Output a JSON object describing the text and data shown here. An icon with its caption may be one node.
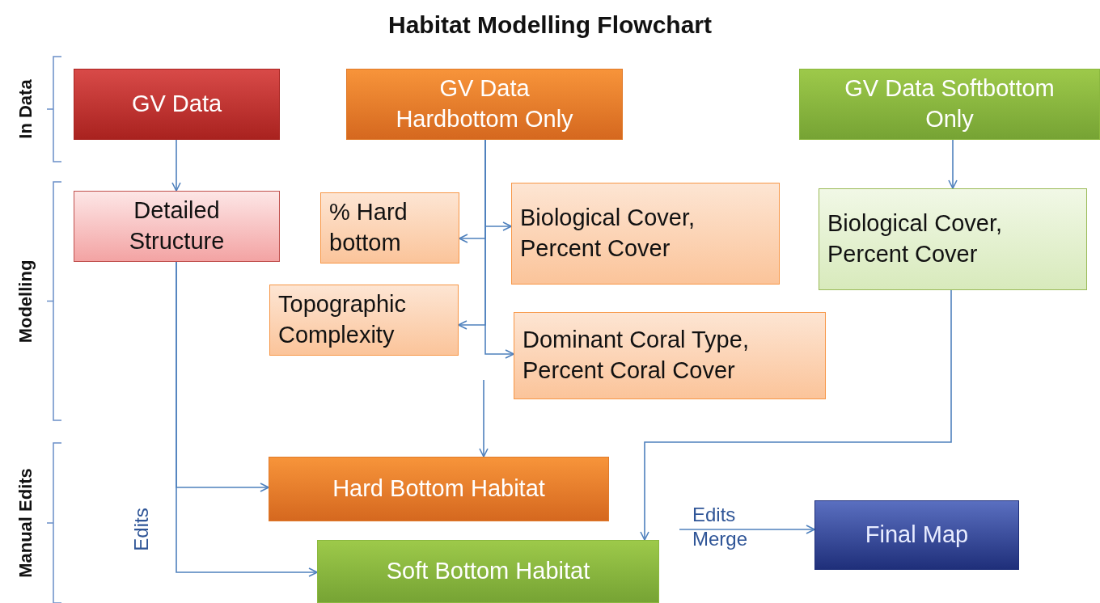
{
  "diagram": {
    "title": "Habitat Modelling Flowchart",
    "nodes": [
      {
        "text": [
          "GV Data"
        ]
      },
      {
        "text": [
          "GV Data Hardbottom Only"
        ]
      },
      {
        "text": [
          "GV Data Softbottom Only"
        ]
      },
      {
        "text": [
          "Detailed Structure"
        ]
      },
      {
        "text": [
          "% Hard bottom"
        ]
      },
      {
        "text": [
          "Biological Cover, Percent Cover"
        ]
      },
      {
        "text": [
          "Topographic Complexity"
        ]
      },
      {
        "text": [
          "Biological Cover, Percent Cover"
        ]
      },
      {
        "text": [
          "Dominant Coral Type, Percent Coral Cover"
        ]
      },
      {
        "text": [
          "Hard Bottom Habitat"
        ]
      },
      {
        "text": [
          "Soft Bottom Habitat"
        ]
      },
      {
        "text": [
          "Final Map"
        ]
      }
    ],
    "edges": [
      {
        "from": 0,
        "to": 3,
        "arrow": "to"
      },
      {
        "from": 1,
        "to": 4,
        "arrow": "to"
      },
      {
        "from": 1,
        "to": 5,
        "arrow": "to"
      },
      {
        "from": 1,
        "to": 6,
        "arrow": "to"
      },
      {
        "from": 1,
        "to": 8,
        "arrow": "to"
      },
      {
        "from": 2,
        "to": 7,
        "arrow": "to"
      },
      {
        "from": 3,
        "to": 9,
        "arrow": "to"
      },
      {
        "from": 3,
        "to": 10,
        "arrow": "to",
        "label": "Edits"
      },
      {
        "from": 7,
        "to": 10,
        "arrow": "to"
      },
      {
        "from": null,
        "to": 9,
        "arrow": "to"
      },
      {
        "from": null,
        "to": 11,
        "arrow": "to",
        "label": "Edits Merge"
      }
    ],
    "labels": [
      "In Data",
      "Modelling",
      "Manual Edits"
    ]
  }
}
